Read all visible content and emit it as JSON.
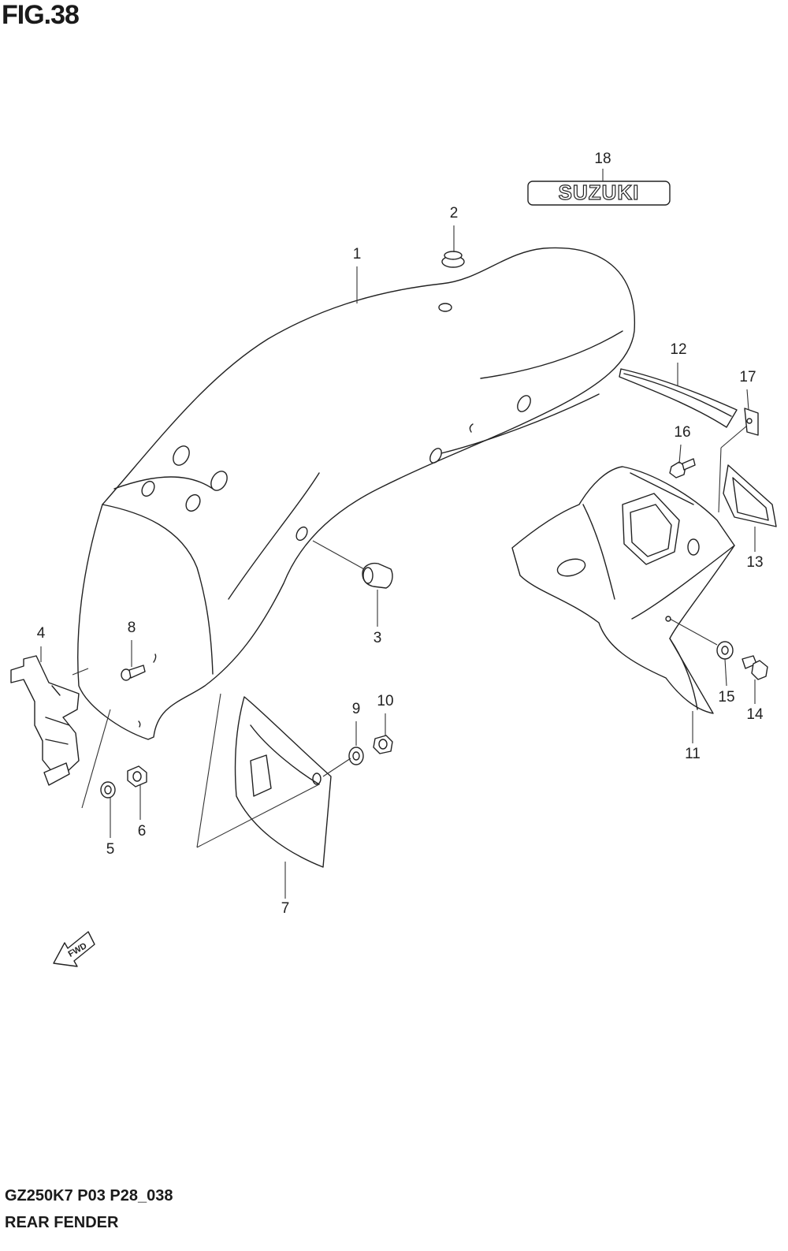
{
  "header": {
    "fig_label": "FIG.38"
  },
  "footer": {
    "model_code": "GZ250K7 P03 P28_038",
    "section_name": "REAR FENDER"
  },
  "diagram": {
    "emblem_text": "SUZUKI",
    "direction_label": "FWD",
    "callouts": [
      "1",
      "2",
      "3",
      "4",
      "5",
      "6",
      "7",
      "8",
      "9",
      "10",
      "11",
      "12",
      "13",
      "14",
      "15",
      "16",
      "17",
      "18"
    ]
  }
}
